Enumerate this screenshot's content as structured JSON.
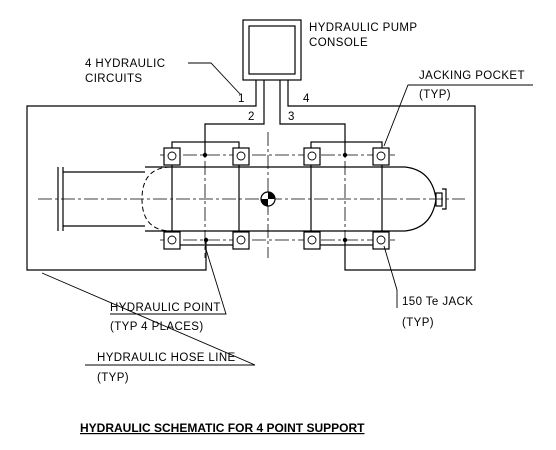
{
  "labels": {
    "pump_console_line1": "HYDRAULIC PUMP",
    "pump_console_line2": "CONSOLE",
    "circuits_line1": "4 HYDRAULIC",
    "circuits_line2": "CIRCUITS",
    "jacking_pocket_line1": "JACKING POCKET",
    "jacking_pocket_line2": "(TYP)",
    "hydraulic_point_line1": "HYDRAULIC POINT",
    "hydraulic_point_line2": "(TYP 4 PLACES)",
    "jack_line1": "150 Te JACK",
    "jack_line2": "(TYP)",
    "hose_line1": "HYDRAULIC HOSE LINE",
    "hose_line2": "(TYP)"
  },
  "circuit_numbers": [
    "1",
    "2",
    "3",
    "4"
  ],
  "title": "HYDRAULIC SCHEMATIC FOR 4 POINT SUPPORT"
}
